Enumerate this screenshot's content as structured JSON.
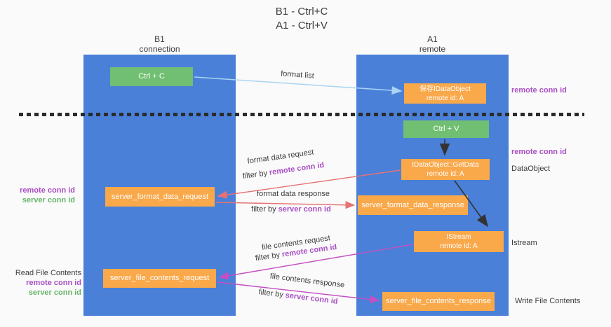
{
  "title": {
    "line1": "B1 - Ctrl+C",
    "line2": "A1 - Ctrl+V"
  },
  "lanes": {
    "left": {
      "title": "B1",
      "subtitle": "connection"
    },
    "right": {
      "title": "A1",
      "subtitle": "remote"
    }
  },
  "boxes": {
    "ctrl_c": {
      "label": "Ctrl + C"
    },
    "ctrl_v": {
      "label": "Ctrl + V"
    },
    "save_dataobject": {
      "line1": "保存IDataObject",
      "line2": "remote id: A"
    },
    "getdata": {
      "line1": "IDataObject::GetData",
      "line2": "remote id: A"
    },
    "istream": {
      "line1": "IStream",
      "line2": "remote id: A"
    },
    "server_format_data_request": {
      "label": "server_format_data_request"
    },
    "server_format_data_response": {
      "label": "server_format_data_response"
    },
    "server_file_contents_request": {
      "label": "server_file_contents_request"
    },
    "server_file_contents_response": {
      "label": "server_file_contents_response"
    }
  },
  "arrow_labels": {
    "format_list": "format list",
    "format_data_request": "format data request",
    "format_data_response": "format data response",
    "file_contents_request": "file contents request",
    "file_contents_response": "file contents response",
    "filter_by": "filter by",
    "remote_conn_id": "remote conn id",
    "server_conn_id": "server conn id"
  },
  "side_labels": {
    "remote_conn_id_top": "remote conn id",
    "remote_conn_id_mid": "remote conn id",
    "dataobject": "DataObject",
    "istream": "Istream",
    "write_file_contents": "Write File Contents",
    "read_file_contents": "Read File Contents",
    "left_mid": {
      "remote": "remote conn id",
      "server": "server conn id"
    },
    "left_bottom": {
      "remote": "remote conn id",
      "server": "server conn id"
    }
  },
  "colors": {
    "lane_blue": "#4a80d8",
    "box_green": "#71bf72",
    "box_orange": "#f9a84a",
    "arrow_light_blue": "#a9d4f2",
    "arrow_black": "#333333",
    "arrow_salmon": "#e87272",
    "arrow_magenta": "#c44fc4",
    "text_purple": "#a94fc4",
    "text_green": "#67b56a",
    "text_dark": "#3c3c3c",
    "background": "#fafafa"
  }
}
